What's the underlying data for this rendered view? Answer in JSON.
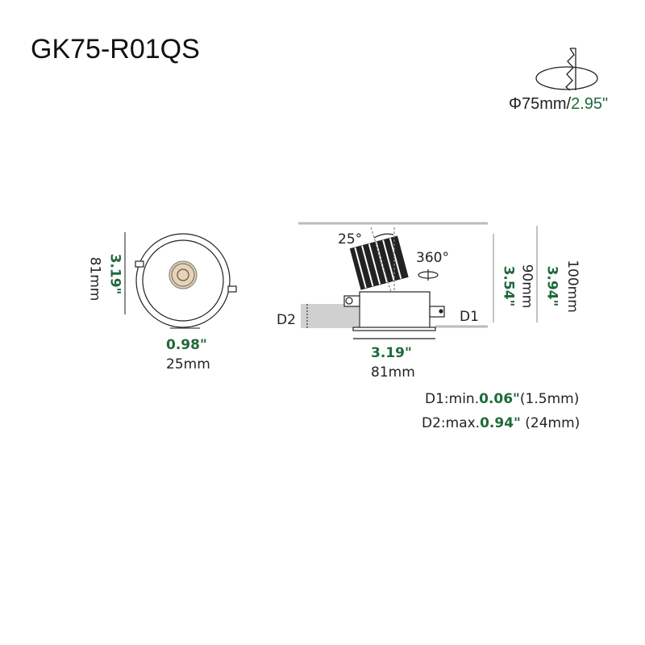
{
  "title": "GK75-R01QS",
  "cutout": {
    "mm": "Φ75mm/",
    "inch": "2.95\""
  },
  "front_view": {
    "height_inch": "3.19\"",
    "height_mm": "81mm",
    "lens_inch": "0.98\"",
    "lens_mm": "25mm"
  },
  "side_view": {
    "tilt": "25°",
    "rotation": "360°",
    "width_inch": "3.19\"",
    "width_mm": "81mm",
    "height1_inch": "3.54\"",
    "height1_mm": "90mm",
    "height2_inch": "3.94\"",
    "height2_mm": "100mm",
    "d1_label": "D1",
    "d2_label": "D2"
  },
  "notes": [
    {
      "prefix": "D1:min.",
      "inch": "0.06\"",
      "mm": "(1.5mm)"
    },
    {
      "prefix": "D2:max.",
      "inch": "0.94\"",
      "mm": " (24mm)"
    }
  ],
  "colors": {
    "accent": "#1f6a3a",
    "lens": "#e8d3b4",
    "ceiling": "#d0d0d0"
  }
}
